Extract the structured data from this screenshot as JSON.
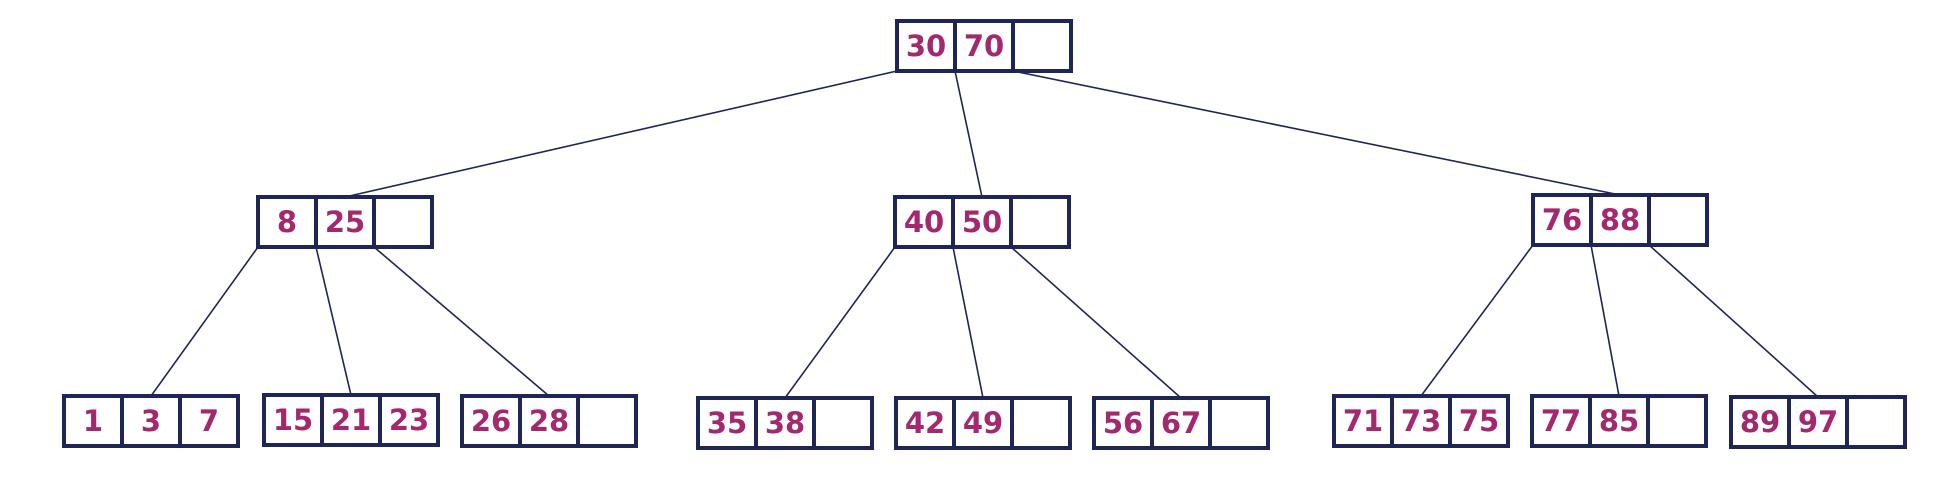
{
  "diagram": {
    "type": "b-tree",
    "colors": {
      "key_text": "#a3286e",
      "node_border": "#1f2557",
      "edge": "#1f2557",
      "background": "#ffffff"
    },
    "nodes": [
      {
        "id": "root",
        "keys": [
          "30",
          "70"
        ],
        "slots": 3,
        "parent": null
      },
      {
        "id": "n-8-25",
        "keys": [
          "8",
          "25"
        ],
        "slots": 3,
        "parent": "root"
      },
      {
        "id": "n-40-50",
        "keys": [
          "40",
          "50"
        ],
        "slots": 3,
        "parent": "root"
      },
      {
        "id": "n-76-88",
        "keys": [
          "76",
          "88"
        ],
        "slots": 3,
        "parent": "root"
      },
      {
        "id": "leaf-1-3-7",
        "keys": [
          "1",
          "3",
          "7"
        ],
        "slots": 3,
        "parent": "n-8-25"
      },
      {
        "id": "leaf-15-21-23",
        "keys": [
          "15",
          "21",
          "23"
        ],
        "slots": 3,
        "parent": "n-8-25"
      },
      {
        "id": "leaf-26-28",
        "keys": [
          "26",
          "28"
        ],
        "slots": 3,
        "parent": "n-8-25"
      },
      {
        "id": "leaf-35-38",
        "keys": [
          "35",
          "38"
        ],
        "slots": 3,
        "parent": "n-40-50"
      },
      {
        "id": "leaf-42-49",
        "keys": [
          "42",
          "49"
        ],
        "slots": 3,
        "parent": "n-40-50"
      },
      {
        "id": "leaf-56-67",
        "keys": [
          "56",
          "67"
        ],
        "slots": 3,
        "parent": "n-40-50"
      },
      {
        "id": "leaf-71-73-75",
        "keys": [
          "71",
          "73",
          "75"
        ],
        "slots": 3,
        "parent": "n-76-88"
      },
      {
        "id": "leaf-77-85",
        "keys": [
          "77",
          "85"
        ],
        "slots": 3,
        "parent": "n-76-88"
      },
      {
        "id": "leaf-89-97",
        "keys": [
          "89",
          "97"
        ],
        "slots": 3,
        "parent": "n-76-88"
      }
    ]
  }
}
